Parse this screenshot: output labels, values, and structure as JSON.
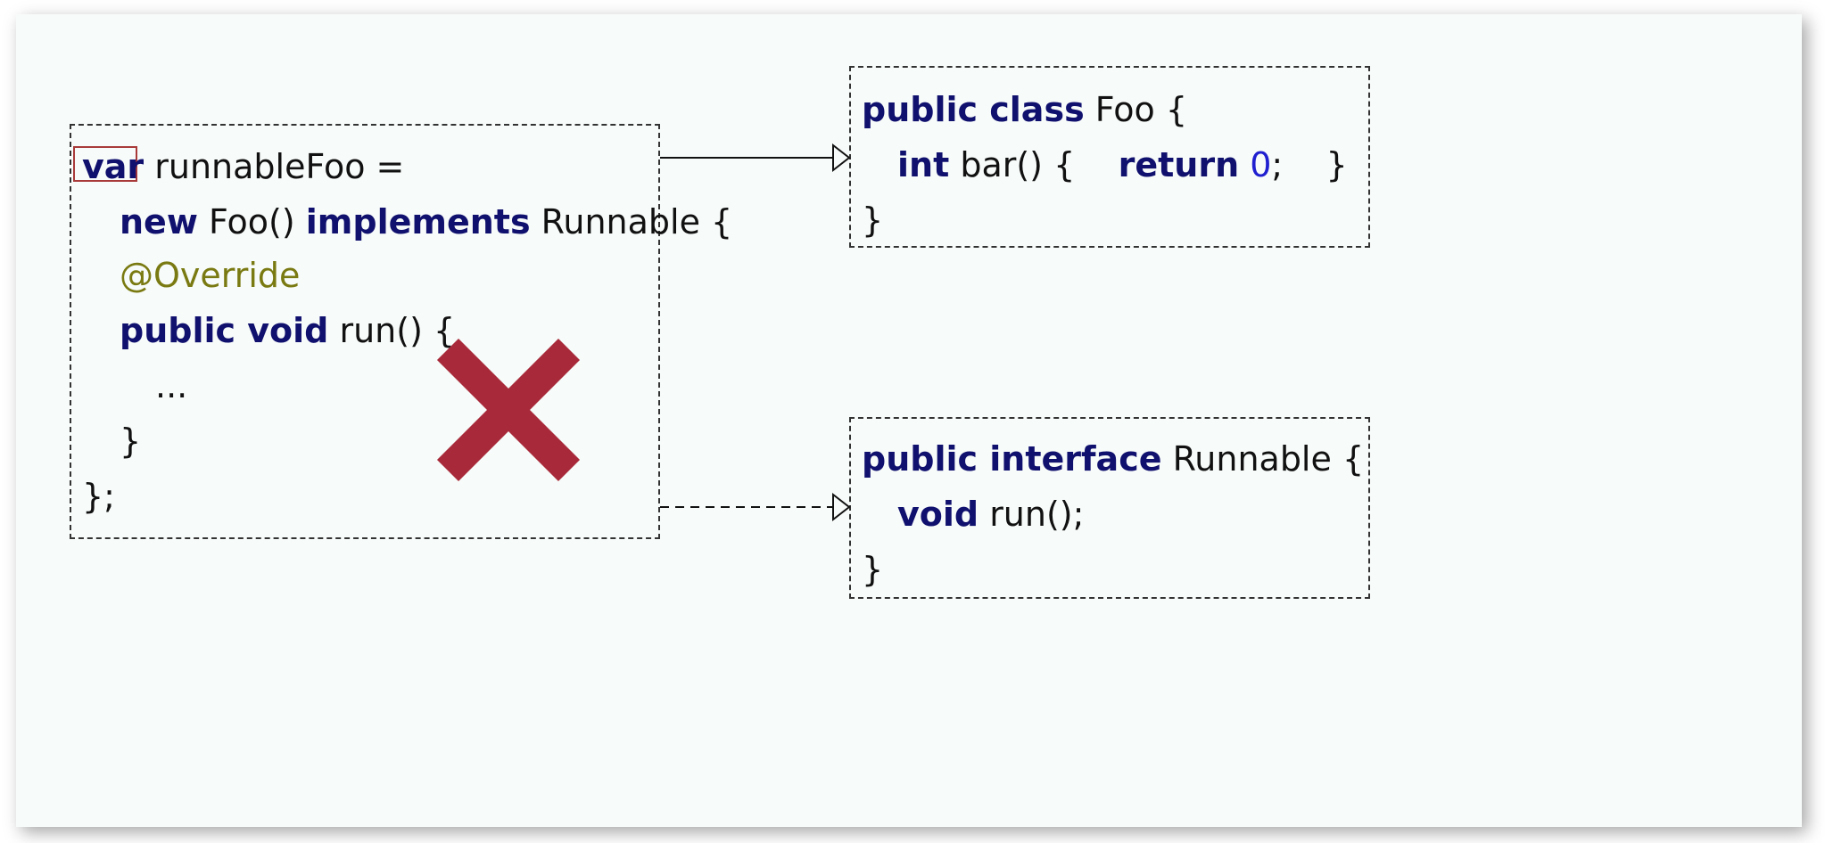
{
  "left_code": {
    "line1": {
      "kw": "var",
      "rest": " runnableFoo ="
    },
    "line2": {
      "kw1": "new",
      "mid": " Foo() ",
      "kw2": "implements",
      "rest": " Runnable {"
    },
    "line3": {
      "anno": "@Override"
    },
    "line4": {
      "kw": "public void",
      "rest": " run() {"
    },
    "line5": {
      "text": "..."
    },
    "line6": {
      "text": "}"
    },
    "line7": {
      "text": "};"
    }
  },
  "foo_class": {
    "line1": {
      "kw": "public class",
      "rest": " Foo {"
    },
    "line2": {
      "kw1": "int",
      "mid": " bar() {    ",
      "kw2": "return",
      "num": " 0",
      "rest": ";    }"
    },
    "line3": {
      "text": "}"
    }
  },
  "runnable_interface": {
    "line1": {
      "kw": "public interface",
      "rest": " Runnable {"
    },
    "line2": {
      "kw": "void",
      "rest": " run();"
    },
    "line3": {
      "text": "}"
    }
  },
  "colors": {
    "keyword": "#10106e",
    "annotation": "#7a7a12",
    "number": "#2020d0",
    "cross": "#a82a3a",
    "highlight_border": "#a83a3a"
  },
  "icons": {
    "cross": "cross-mark-icon"
  }
}
